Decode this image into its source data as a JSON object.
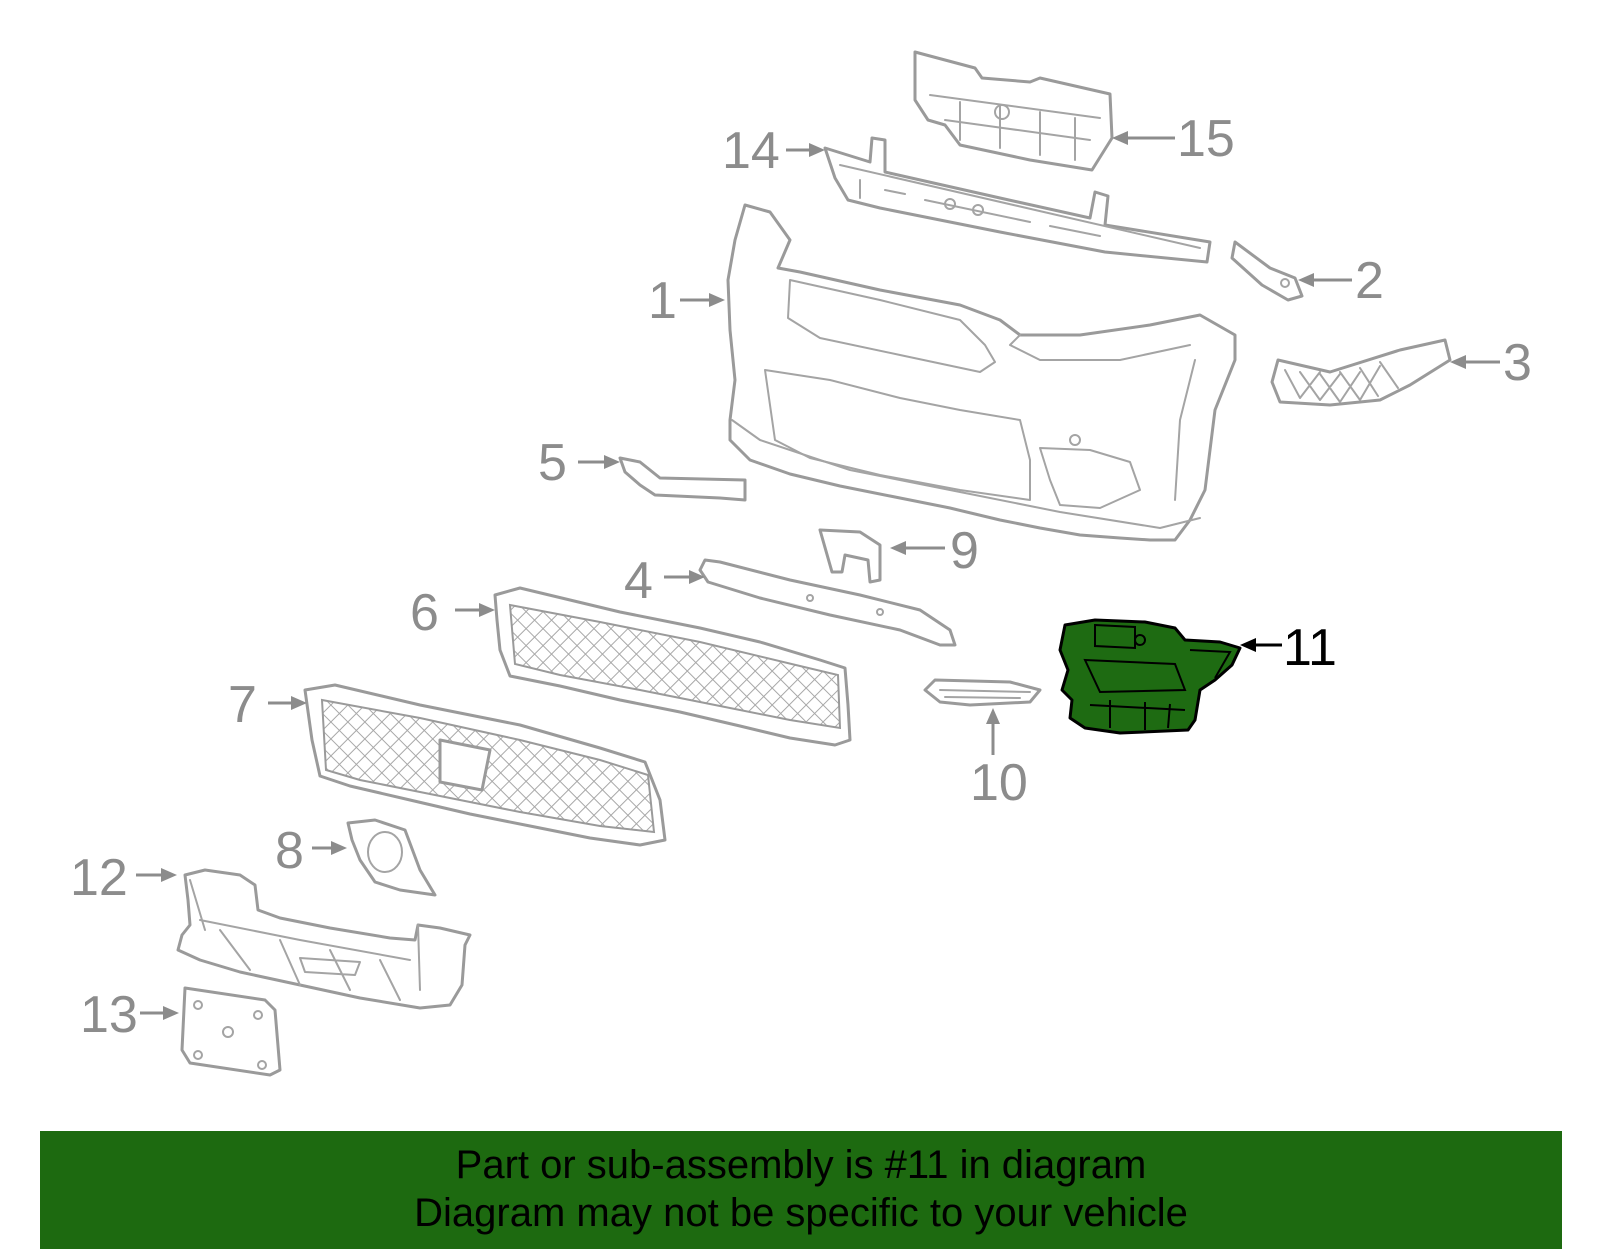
{
  "diagram": {
    "highlighted_part": "11",
    "callouts": [
      "1",
      "2",
      "3",
      "4",
      "5",
      "6",
      "7",
      "8",
      "9",
      "10",
      "11",
      "12",
      "13",
      "14",
      "15"
    ]
  },
  "banner": {
    "line1": "Part or sub-assembly is #11 in diagram",
    "line2": "Diagram may not be specific to your vehicle"
  },
  "colors": {
    "highlight_fill": "#1e6b12",
    "banner_background": "#1d6a10",
    "part_outline": "#9a9a9a"
  }
}
